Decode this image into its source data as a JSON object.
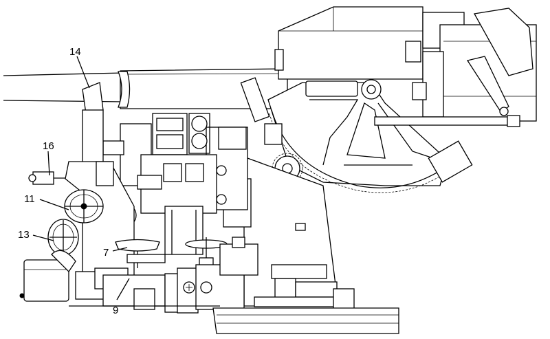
{
  "diagram": {
    "callouts": [
      {
        "id": "c14",
        "label": "14"
      },
      {
        "id": "c16",
        "label": "16"
      },
      {
        "id": "c11",
        "label": "11"
      },
      {
        "id": "c13",
        "label": "13"
      },
      {
        "id": "c7",
        "label": "7"
      },
      {
        "id": "c9",
        "label": "9"
      }
    ]
  }
}
